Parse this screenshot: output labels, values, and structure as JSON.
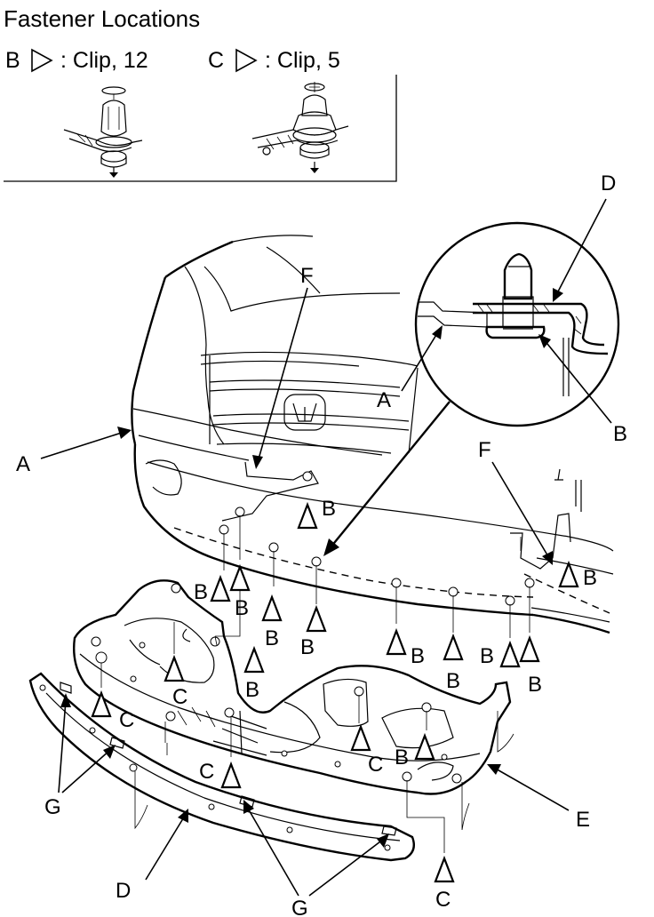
{
  "title": "Fastener Locations",
  "legend": [
    {
      "key": "B",
      "text": ": Clip, 12"
    },
    {
      "key": "C",
      "text": ": Clip, 5"
    }
  ],
  "labels": {
    "A": "A",
    "B": "B",
    "C": "C",
    "D": "D",
    "E": "E",
    "F": "F",
    "G": "G"
  }
}
